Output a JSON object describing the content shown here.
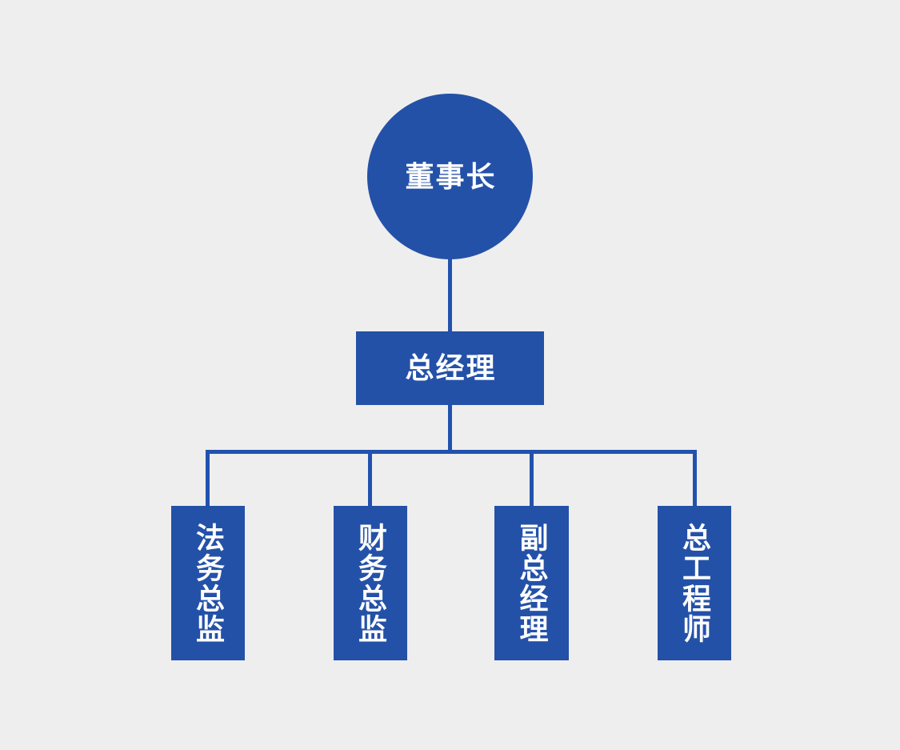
{
  "colors": {
    "background": "#eeeeee",
    "node_fill": "#2451a8",
    "connector": "#2152ae",
    "label_text": "#ffffff"
  },
  "org_chart": {
    "type": "org-tree",
    "root": {
      "label": "董事长",
      "shape": "circle"
    },
    "manager": {
      "label": "总经理",
      "shape": "rectangle"
    },
    "departments": [
      {
        "label": "法务总监"
      },
      {
        "label": "财务总监"
      },
      {
        "label": "副总经理"
      },
      {
        "label": "总工程师"
      }
    ]
  }
}
